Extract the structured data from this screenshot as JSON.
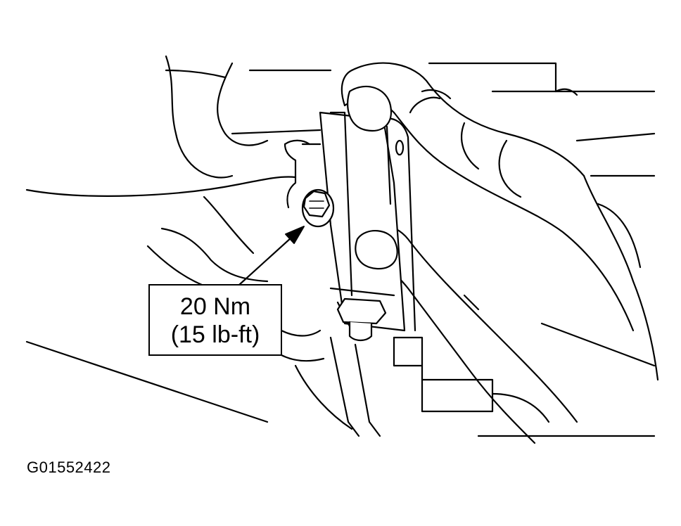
{
  "callout": {
    "torque_nm": "20 Nm",
    "torque_lbft": "(15 lb-ft)"
  },
  "figure_id": "G01552422",
  "colors": {
    "line": "#000000",
    "background": "#ffffff"
  }
}
